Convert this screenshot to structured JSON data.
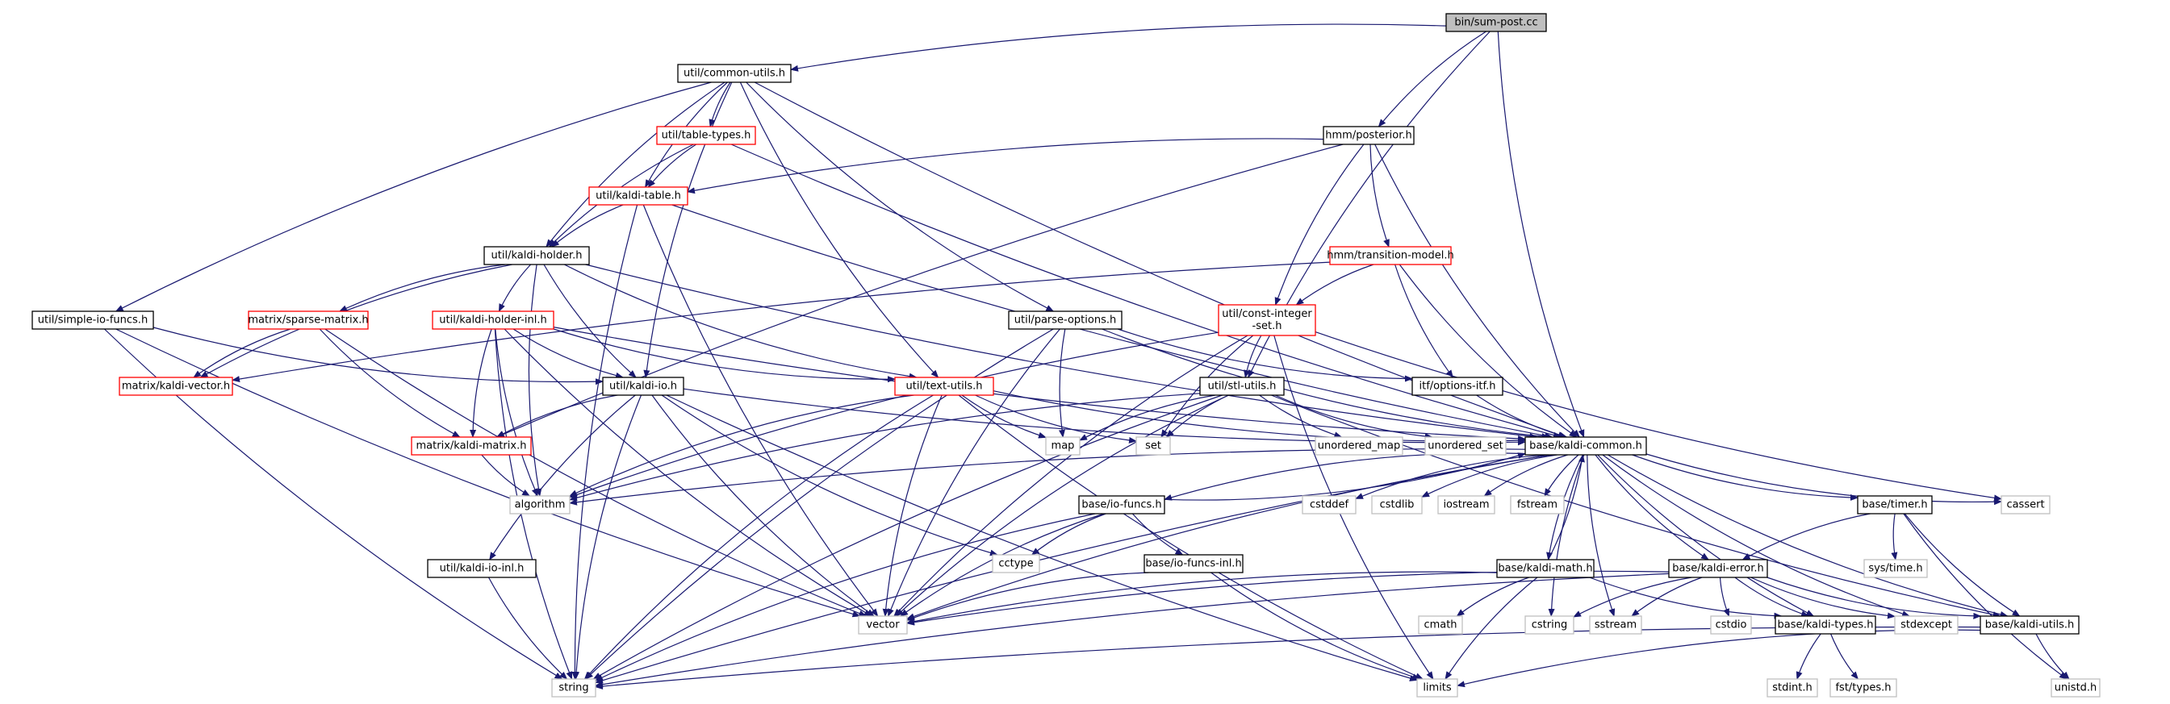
{
  "colors": {
    "edge": "#191970",
    "root_fill": "#bfbfbf",
    "normal_border": "#000000",
    "truncated_border": "#ff0000",
    "system_border": "#bfbfbf"
  },
  "nodes": {
    "root": {
      "label": "bin/sum-post.cc",
      "kind": "root"
    },
    "common_utils": {
      "label": "util/common-utils.h",
      "kind": "normal"
    },
    "table_types": {
      "label": "util/table-types.h",
      "kind": "truncated"
    },
    "kaldi_table": {
      "label": "util/kaldi-table.h",
      "kind": "truncated"
    },
    "kaldi_holder": {
      "label": "util/kaldi-holder.h",
      "kind": "normal"
    },
    "simple_io_funcs": {
      "label": "util/simple-io-funcs.h",
      "kind": "normal"
    },
    "kaldi_vector": {
      "label": "matrix/kaldi-vector.h",
      "kind": "truncated"
    },
    "sparse_matrix": {
      "label": "matrix/sparse-matrix.h",
      "kind": "truncated"
    },
    "kaldi_holder_inl": {
      "label": "util/kaldi-holder-inl.h",
      "kind": "truncated"
    },
    "kaldi_io": {
      "label": "util/kaldi-io.h",
      "kind": "normal"
    },
    "kaldi_matrix": {
      "label": "matrix/kaldi-matrix.h",
      "kind": "truncated"
    },
    "algorithm": {
      "label": "algorithm",
      "kind": "system"
    },
    "kaldi_io_inl": {
      "label": "util/kaldi-io-inl.h",
      "kind": "normal"
    },
    "string": {
      "label": "string",
      "kind": "system"
    },
    "parse_options": {
      "label": "util/parse-options.h",
      "kind": "normal"
    },
    "text_utils": {
      "label": "util/text-utils.h",
      "kind": "truncated"
    },
    "map": {
      "label": "map",
      "kind": "system"
    },
    "set": {
      "label": "set",
      "kind": "system"
    },
    "posterior": {
      "label": "hmm/posterior.h",
      "kind": "normal"
    },
    "transition_model": {
      "label": "hmm/transition-model.h",
      "kind": "truncated"
    },
    "const_integer_set": {
      "label": "util/const-integer\n-set.h",
      "kind": "truncated"
    },
    "stl_utils": {
      "label": "util/stl-utils.h",
      "kind": "normal"
    },
    "options_itf": {
      "label": "itf/options-itf.h",
      "kind": "normal"
    },
    "unordered_map": {
      "label": "unordered_map",
      "kind": "system"
    },
    "unordered_set": {
      "label": "unordered_set",
      "kind": "system"
    },
    "kaldi_common": {
      "label": "base/kaldi-common.h",
      "kind": "normal"
    },
    "cstddef": {
      "label": "cstddef",
      "kind": "system"
    },
    "cstdlib": {
      "label": "cstdlib",
      "kind": "system"
    },
    "iostream": {
      "label": "iostream",
      "kind": "system"
    },
    "fstream": {
      "label": "fstream",
      "kind": "system"
    },
    "io_funcs": {
      "label": "base/io-funcs.h",
      "kind": "normal"
    },
    "cctype": {
      "label": "cctype",
      "kind": "system"
    },
    "io_funcs_inl": {
      "label": "base/io-funcs-inl.h",
      "kind": "normal"
    },
    "vector": {
      "label": "vector",
      "kind": "system"
    },
    "kaldi_math": {
      "label": "base/kaldi-math.h",
      "kind": "normal"
    },
    "cmath": {
      "label": "cmath",
      "kind": "system"
    },
    "limits": {
      "label": "limits",
      "kind": "system"
    },
    "cstring": {
      "label": "cstring",
      "kind": "system"
    },
    "sstream": {
      "label": "sstream",
      "kind": "system"
    },
    "kaldi_error": {
      "label": "base/kaldi-error.h",
      "kind": "normal"
    },
    "cstdio": {
      "label": "cstdio",
      "kind": "system"
    },
    "kaldi_types": {
      "label": "base/kaldi-types.h",
      "kind": "normal"
    },
    "stdint": {
      "label": "stdint.h",
      "kind": "system"
    },
    "fst_types": {
      "label": "fst/types.h",
      "kind": "system"
    },
    "stdexcept": {
      "label": "stdexcept",
      "kind": "system"
    },
    "kaldi_utils": {
      "label": "base/kaldi-utils.h",
      "kind": "normal"
    },
    "unistd": {
      "label": "unistd.h",
      "kind": "system"
    },
    "timer": {
      "label": "base/timer.h",
      "kind": "normal"
    },
    "sys_time": {
      "label": "sys/time.h",
      "kind": "system"
    },
    "cassert": {
      "label": "cassert",
      "kind": "system"
    }
  },
  "edges": [
    [
      "root",
      "common_utils"
    ],
    [
      "root",
      "posterior"
    ],
    [
      "root",
      "stl_utils"
    ],
    [
      "root",
      "kaldi_common"
    ],
    [
      "common_utils",
      "table_types"
    ],
    [
      "common_utils",
      "kaldi_table"
    ],
    [
      "common_utils",
      "kaldi_holder"
    ],
    [
      "common_utils",
      "simple_io_funcs"
    ],
    [
      "common_utils",
      "kaldi_io"
    ],
    [
      "common_utils",
      "text_utils"
    ],
    [
      "common_utils",
      "parse_options"
    ],
    [
      "common_utils",
      "kaldi_common"
    ],
    [
      "table_types",
      "kaldi_table"
    ],
    [
      "table_types",
      "kaldi_holder"
    ],
    [
      "table_types",
      "kaldi_common"
    ],
    [
      "kaldi_table",
      "kaldi_holder"
    ],
    [
      "kaldi_table",
      "string"
    ],
    [
      "kaldi_table",
      "vector"
    ],
    [
      "kaldi_table",
      "kaldi_common"
    ],
    [
      "kaldi_holder",
      "sparse_matrix"
    ],
    [
      "kaldi_holder",
      "kaldi_vector"
    ],
    [
      "kaldi_holder",
      "kaldi_holder_inl"
    ],
    [
      "kaldi_holder",
      "kaldi_io"
    ],
    [
      "kaldi_holder",
      "text_utils"
    ],
    [
      "kaldi_holder",
      "algorithm"
    ],
    [
      "kaldi_holder",
      "kaldi_common"
    ],
    [
      "simple_io_funcs",
      "kaldi_io"
    ],
    [
      "simple_io_funcs",
      "string"
    ],
    [
      "simple_io_funcs",
      "vector"
    ],
    [
      "sparse_matrix",
      "kaldi_vector"
    ],
    [
      "sparse_matrix",
      "kaldi_matrix"
    ],
    [
      "sparse_matrix",
      "vector"
    ],
    [
      "kaldi_holder_inl",
      "kaldi_io"
    ],
    [
      "kaldi_holder_inl",
      "kaldi_matrix"
    ],
    [
      "kaldi_holder_inl",
      "text_utils"
    ],
    [
      "kaldi_holder_inl",
      "algorithm"
    ],
    [
      "kaldi_holder_inl",
      "string"
    ],
    [
      "kaldi_holder_inl",
      "vector"
    ],
    [
      "kaldi_holder_inl",
      "kaldi_common"
    ],
    [
      "kaldi_io",
      "kaldi_matrix"
    ],
    [
      "kaldi_io",
      "kaldi_io_inl"
    ],
    [
      "kaldi_io",
      "cctype"
    ],
    [
      "kaldi_io",
      "string"
    ],
    [
      "kaldi_io",
      "limits"
    ],
    [
      "kaldi_io",
      "vector"
    ],
    [
      "kaldi_io",
      "kaldi_common"
    ],
    [
      "kaldi_matrix",
      "algorithm"
    ],
    [
      "kaldi_io_inl",
      "string"
    ],
    [
      "parse_options",
      "map"
    ],
    [
      "parse_options",
      "string"
    ],
    [
      "parse_options",
      "vector"
    ],
    [
      "parse_options",
      "options_itf"
    ],
    [
      "parse_options",
      "kaldi_common"
    ],
    [
      "text_utils",
      "map"
    ],
    [
      "text_utils",
      "set"
    ],
    [
      "text_utils",
      "algorithm"
    ],
    [
      "text_utils",
      "string"
    ],
    [
      "text_utils",
      "vector"
    ],
    [
      "text_utils",
      "limits"
    ],
    [
      "text_utils",
      "kaldi_common"
    ],
    [
      "posterior",
      "kaldi_table"
    ],
    [
      "posterior",
      "kaldi_matrix"
    ],
    [
      "posterior",
      "transition_model"
    ],
    [
      "posterior",
      "const_integer_set"
    ],
    [
      "posterior",
      "kaldi_common"
    ],
    [
      "transition_model",
      "kaldi_vector"
    ],
    [
      "transition_model",
      "const_integer_set"
    ],
    [
      "transition_model",
      "options_itf"
    ],
    [
      "transition_model",
      "kaldi_common"
    ],
    [
      "const_integer_set",
      "stl_utils"
    ],
    [
      "const_integer_set",
      "set"
    ],
    [
      "const_integer_set",
      "vector"
    ],
    [
      "const_integer_set",
      "algorithm"
    ],
    [
      "const_integer_set",
      "limits"
    ],
    [
      "const_integer_set",
      "cassert"
    ],
    [
      "stl_utils",
      "map"
    ],
    [
      "stl_utils",
      "set"
    ],
    [
      "stl_utils",
      "unordered_map"
    ],
    [
      "stl_utils",
      "unordered_set"
    ],
    [
      "stl_utils",
      "algorithm"
    ],
    [
      "stl_utils",
      "vector"
    ],
    [
      "stl_utils",
      "string"
    ],
    [
      "stl_utils",
      "kaldi_utils"
    ],
    [
      "options_itf",
      "kaldi_common"
    ],
    [
      "kaldi_common",
      "cstddef"
    ],
    [
      "kaldi_common",
      "cstdlib"
    ],
    [
      "kaldi_common",
      "iostream"
    ],
    [
      "kaldi_common",
      "fstream"
    ],
    [
      "kaldi_common",
      "io_funcs"
    ],
    [
      "kaldi_common",
      "kaldi_math"
    ],
    [
      "kaldi_common",
      "kaldi_error"
    ],
    [
      "kaldi_common",
      "kaldi_types"
    ],
    [
      "kaldi_common",
      "kaldi_utils"
    ],
    [
      "kaldi_common",
      "timer"
    ],
    [
      "kaldi_common",
      "cassert"
    ],
    [
      "kaldi_common",
      "string"
    ],
    [
      "kaldi_common",
      "vector"
    ],
    [
      "kaldi_common",
      "algorithm"
    ],
    [
      "kaldi_common",
      "cstring"
    ],
    [
      "kaldi_common",
      "sstream"
    ],
    [
      "kaldi_common",
      "stdexcept"
    ],
    [
      "io_funcs",
      "kaldi_common"
    ],
    [
      "io_funcs",
      "io_funcs_inl"
    ],
    [
      "io_funcs",
      "cctype"
    ],
    [
      "io_funcs",
      "vector"
    ],
    [
      "io_funcs",
      "string"
    ],
    [
      "io_funcs_inl",
      "vector"
    ],
    [
      "io_funcs_inl",
      "limits"
    ],
    [
      "kaldi_math",
      "kaldi_common"
    ],
    [
      "kaldi_math",
      "cmath"
    ],
    [
      "kaldi_math",
      "limits"
    ],
    [
      "kaldi_math",
      "vector"
    ],
    [
      "kaldi_math",
      "kaldi_types"
    ],
    [
      "kaldi_error",
      "kaldi_types"
    ],
    [
      "kaldi_error",
      "kaldi_utils"
    ],
    [
      "kaldi_error",
      "cstring"
    ],
    [
      "kaldi_error",
      "sstream"
    ],
    [
      "kaldi_error",
      "cstdio"
    ],
    [
      "kaldi_error",
      "stdexcept"
    ],
    [
      "kaldi_error",
      "vector"
    ],
    [
      "kaldi_error",
      "string"
    ],
    [
      "kaldi_types",
      "stdint"
    ],
    [
      "kaldi_types",
      "fst_types"
    ],
    [
      "kaldi_utils",
      "limits"
    ],
    [
      "kaldi_utils",
      "string"
    ],
    [
      "kaldi_utils",
      "unistd"
    ],
    [
      "timer",
      "kaldi_error"
    ],
    [
      "timer",
      "sys_time"
    ],
    [
      "timer",
      "unistd"
    ],
    [
      "timer",
      "kaldi_utils"
    ]
  ]
}
